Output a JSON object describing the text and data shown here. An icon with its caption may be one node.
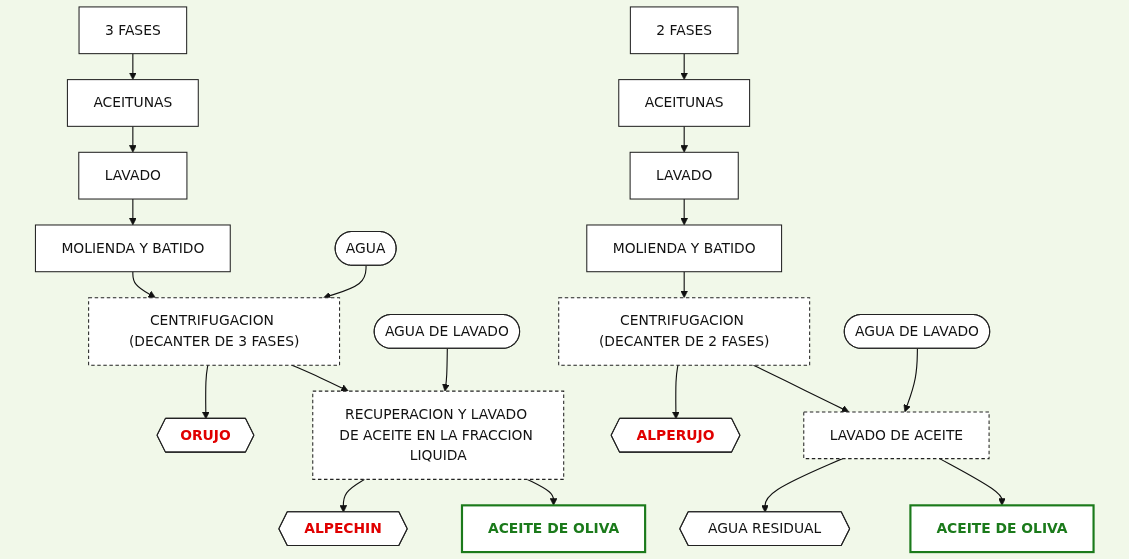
{
  "diagram": {
    "nodes": [
      {
        "text": [
          "3 FASES"
        ]
      },
      {
        "text": [
          "ACEITUNAS"
        ]
      },
      {
        "text": [
          "LAVADO"
        ]
      },
      {
        "text": [
          "MOLIENDA Y BATIDO"
        ]
      },
      {
        "text": [
          "AGUA"
        ]
      },
      {
        "text": [
          "CENTRIFUGACION (DECANTER DE 3 FASES)"
        ]
      },
      {
        "text": [
          "ORUJO"
        ]
      },
      {
        "text": [
          "AGUA DE LAVADO"
        ]
      },
      {
        "text": [
          "RECUPERACION Y LAVADO DE ACEITE EN LA FRACCION LIQUIDA"
        ]
      },
      {
        "text": [
          "ALPECHIN"
        ]
      },
      {
        "text": [
          "ACEITE DE OLIVA"
        ]
      },
      {
        "text": [
          "2 FASES"
        ]
      },
      {
        "text": [
          "ACEITUNAS"
        ]
      },
      {
        "text": [
          "LAVADO"
        ]
      },
      {
        "text": [
          "MOLIENDA Y BATIDO"
        ]
      },
      {
        "text": [
          "CENTRIFUGACION (DECANTER DE 2 FASES)"
        ]
      },
      {
        "text": [
          "ALPERUJO"
        ]
      },
      {
        "text": [
          "AGUA DE LAVADO"
        ]
      },
      {
        "text": [
          "LAVADO DE ACEITE"
        ]
      },
      {
        "text": [
          "AGUA RESIDUAL"
        ]
      },
      {
        "text": [
          "ACEITE DE OLIVA"
        ]
      }
    ],
    "edges": [
      {
        "from": 0,
        "to": 1,
        "arrow": "to"
      },
      {
        "from": 1,
        "to": 2,
        "arrow": "to"
      },
      {
        "from": 2,
        "to": 3,
        "arrow": "to"
      },
      {
        "from": 3,
        "to": 5,
        "arrow": "to"
      },
      {
        "from": 4,
        "to": 5,
        "arrow": "to"
      },
      {
        "from": 5,
        "to": 6,
        "arrow": "to"
      },
      {
        "from": 5,
        "to": 8,
        "arrow": "to"
      },
      {
        "from": 7,
        "to": 8,
        "arrow": "to"
      },
      {
        "from": 8,
        "to": 9,
        "arrow": "to"
      },
      {
        "from": 8,
        "to": 10,
        "arrow": "to"
      },
      {
        "from": 11,
        "to": 12,
        "arrow": "to"
      },
      {
        "from": 12,
        "to": 13,
        "arrow": "to"
      },
      {
        "from": 13,
        "to": 14,
        "arrow": "to"
      },
      {
        "from": 14,
        "to": 15,
        "arrow": "to"
      },
      {
        "from": 15,
        "to": 16,
        "arrow": "to"
      },
      {
        "from": 15,
        "to": 18,
        "arrow": "to"
      },
      {
        "from": 17,
        "to": 18,
        "arrow": "to"
      },
      {
        "from": 18,
        "to": 19,
        "arrow": "to"
      },
      {
        "from": 18,
        "to": 20,
        "arrow": "to"
      }
    ]
  }
}
